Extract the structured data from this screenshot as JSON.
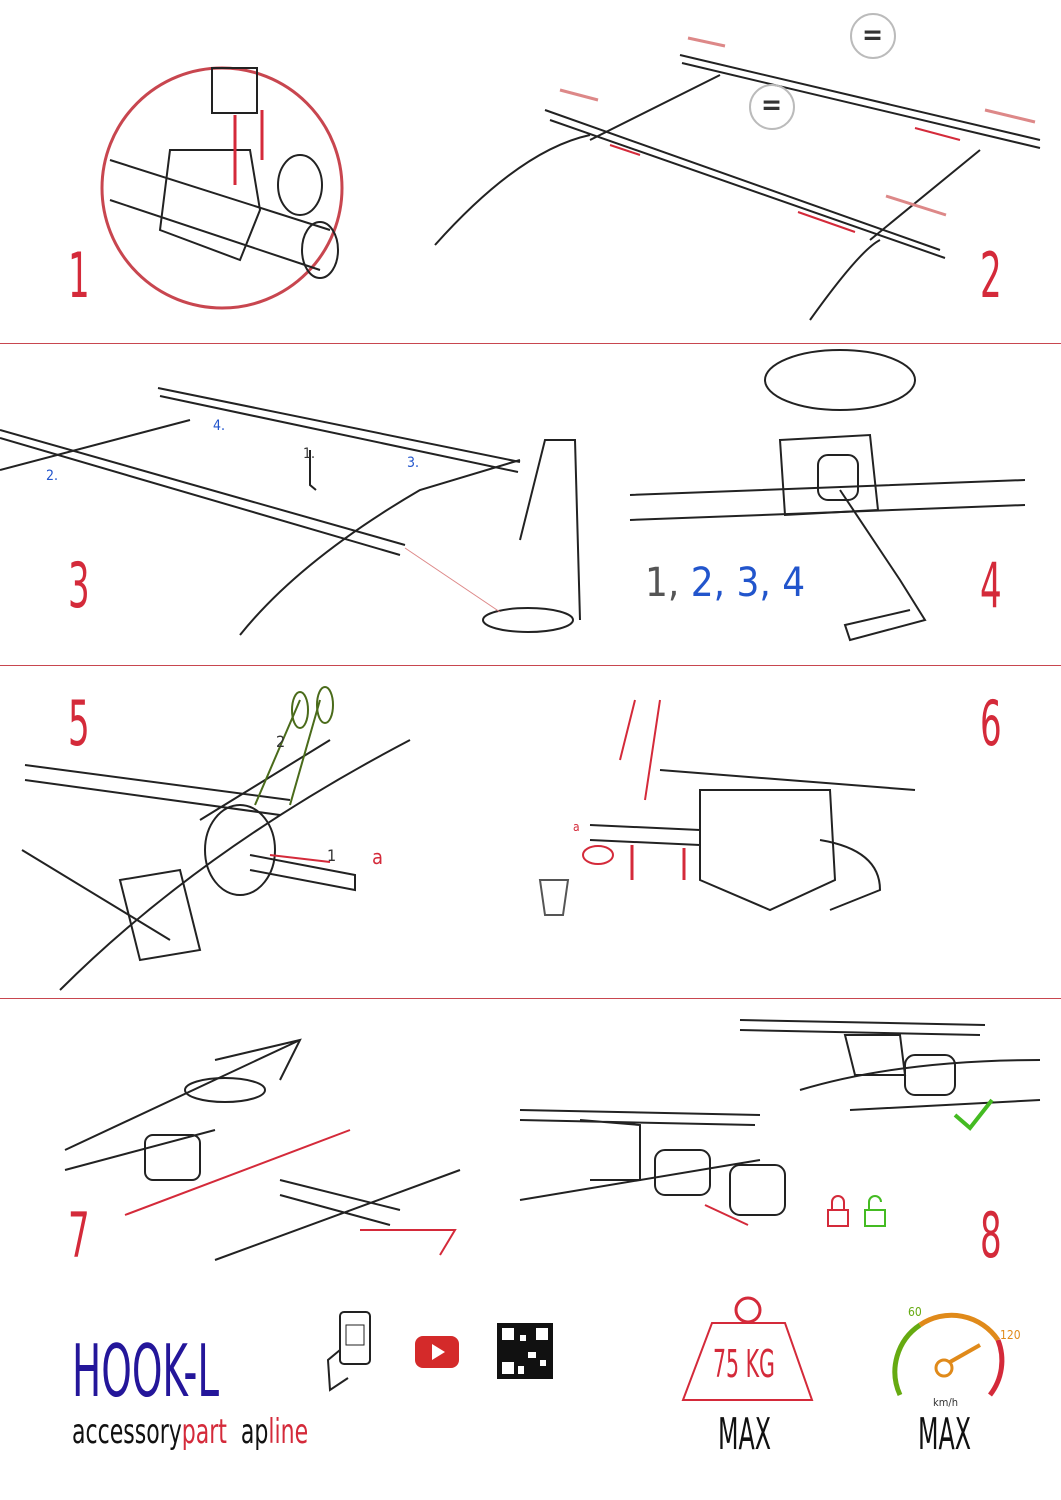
{
  "steps": [
    {
      "n": "1"
    },
    {
      "n": "2"
    },
    {
      "n": "3"
    },
    {
      "n": "4"
    },
    {
      "n": "5"
    },
    {
      "n": "6"
    },
    {
      "n": "7"
    },
    {
      "n": "8"
    }
  ],
  "step2": {
    "equal_a": "=",
    "equal_b": "="
  },
  "step3": {
    "labels": [
      "1.",
      "2.",
      "3.",
      "4."
    ]
  },
  "step4": {
    "sequence": [
      "1,",
      "2,",
      "3,",
      "4"
    ]
  },
  "step5": {
    "label_1": "1",
    "label_2": "2",
    "label_a": "a"
  },
  "step6": {
    "label_a": "a"
  },
  "footer": {
    "product": "HOOK-L",
    "brand_a": "accessory",
    "brand_b": "part",
    "brand_c": "ap",
    "brand_d": "line",
    "weight": "75 KG",
    "weight_max": "MAX",
    "speed_60": "60",
    "speed_120": "120",
    "speed_unit": "km/h",
    "speed_max": "MAX"
  },
  "colors": {
    "accent": "#d42a3a",
    "brand": "#24169a",
    "blue": "#2255cc",
    "green": "#44bb22"
  }
}
